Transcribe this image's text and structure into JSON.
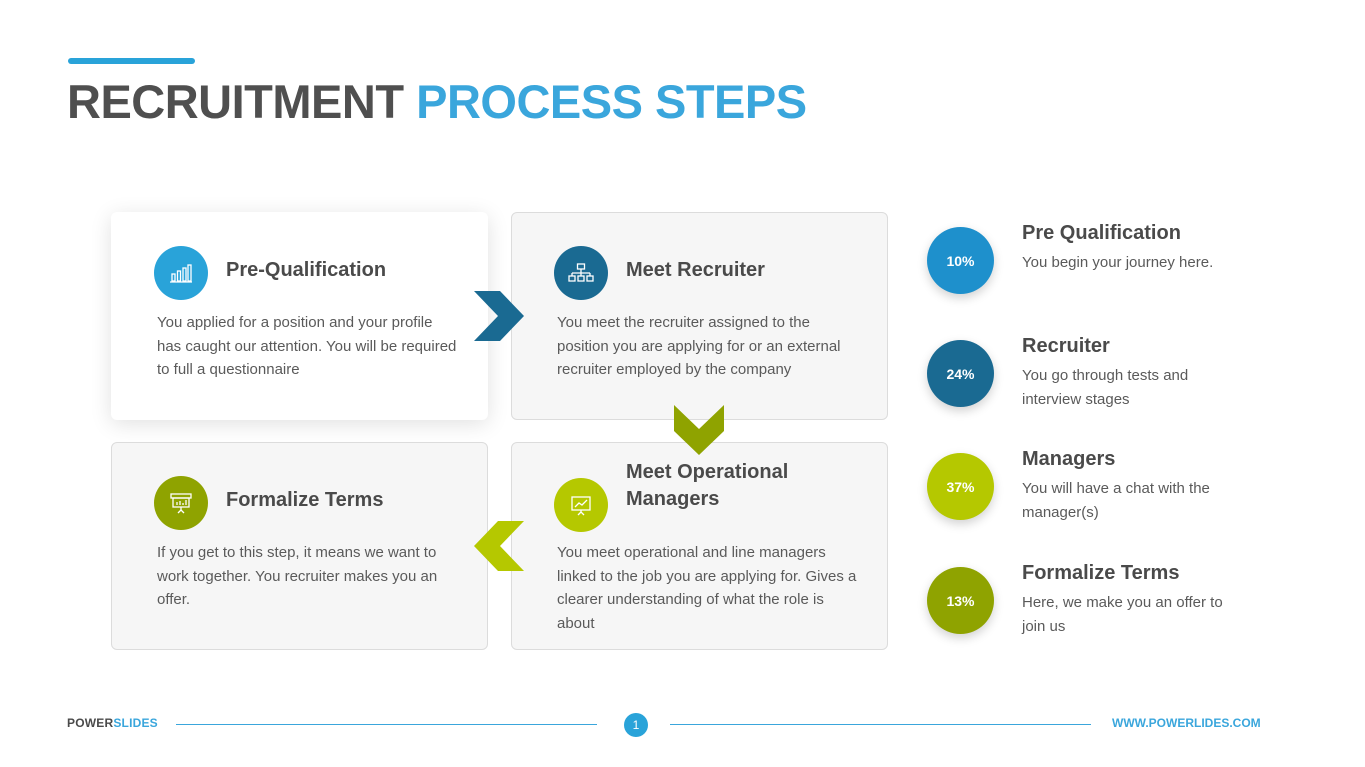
{
  "title": {
    "part1": "RECRUITMENT",
    "part2": "PROCESS STEPS"
  },
  "cards": [
    {
      "title": "Pre-Qualification",
      "body": "You applied for a position and your profile has caught our attention. You will be required to full a questionnaire",
      "icon": "bar-chart-icon",
      "color": "#29a3d9"
    },
    {
      "title": "Meet Recruiter",
      "body": "You meet the recruiter assigned to the position you are applying for or an external recruiter employed by the company",
      "icon": "org-chart-icon",
      "color": "#1a6a92"
    },
    {
      "title": "Formalize Terms",
      "body": "If you get to this step, it means we want to work together. You recruiter makes you an offer.",
      "icon": "presentation-board-icon",
      "color": "#8fa300"
    },
    {
      "title": "Meet Operational Managers",
      "body": "You meet operational and line managers linked to the job you are applying for. Gives a clearer understanding of what the role is about",
      "icon": "presentation-chart-icon",
      "color": "#b5c800"
    }
  ],
  "stats": [
    {
      "value": "10%",
      "title": "Pre Qualification",
      "desc": "You begin your journey here.",
      "color": "#1e90cc"
    },
    {
      "value": "24%",
      "title": "Recruiter",
      "desc": "You go through tests and interview stages",
      "color": "#1a6a92"
    },
    {
      "value": "37%",
      "title": "Managers",
      "desc": "You will have a chat with the manager(s)",
      "color": "#b5c800"
    },
    {
      "value": "13%",
      "title": "Formalize Terms",
      "desc": "Here, we make you an offer to join us",
      "color": "#8fa300"
    }
  ],
  "colors": {
    "accent": "#3aa6dc",
    "dark_blue": "#1a6a92",
    "lime": "#b5c800",
    "olive": "#8fa300"
  },
  "footer": {
    "brand1": "POWER",
    "brand2": "SLIDES",
    "page": "1",
    "url": "WWW.POWERLIDES.COM"
  }
}
